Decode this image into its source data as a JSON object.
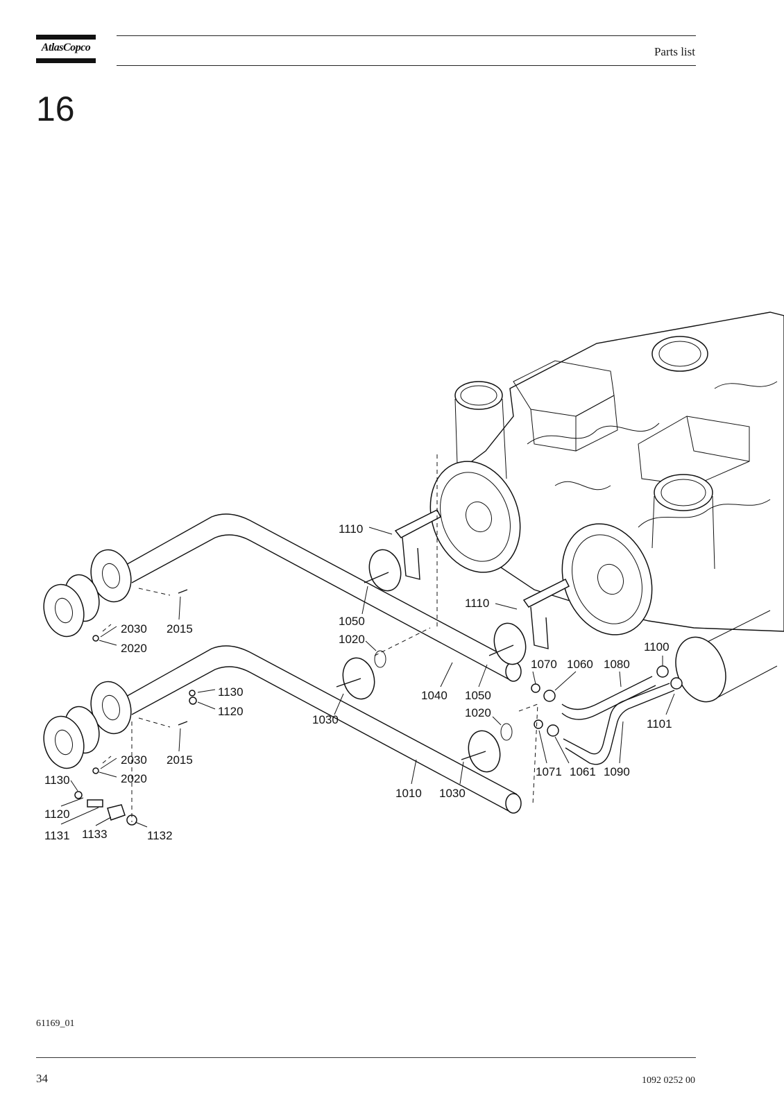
{
  "header": {
    "logo_text": "AtlasCopco",
    "section_title": "Parts list"
  },
  "section_number": "16",
  "figure_code": "61169_01",
  "footer": {
    "page_number": "34",
    "document_number": "1092 0252 00"
  },
  "callouts": [
    "1110",
    "1110",
    "1050",
    "1020",
    "1040",
    "1050",
    "1070",
    "1060",
    "1080",
    "1100",
    "1101",
    "1020",
    "1030",
    "1030",
    "1010",
    "1071",
    "1061",
    "1090",
    "2030",
    "2015",
    "2020",
    "2030",
    "2015",
    "2020",
    "1130",
    "1120",
    "1130",
    "1120",
    "1131",
    "1133",
    "1132"
  ]
}
